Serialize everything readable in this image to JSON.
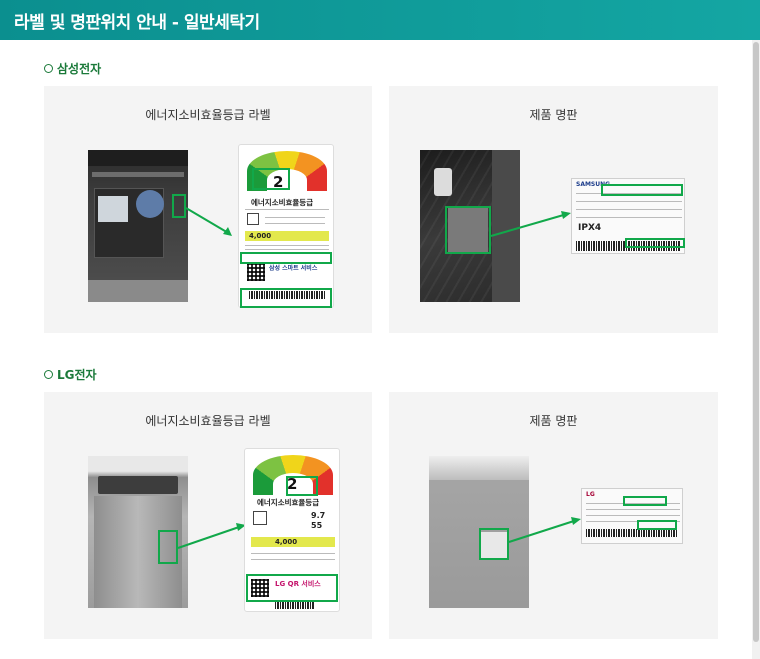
{
  "header": {
    "title": "라벨 및 명판위치 안내 - 일반세탁기"
  },
  "sections": [
    {
      "title": "삼성전자",
      "panels": [
        {
          "title": "에너지소비효율등급 라벨"
        },
        {
          "title": "제품 명판"
        }
      ],
      "energy_label": {
        "grade": "2",
        "heading": "에너지소비효율등급",
        "price": "4,000",
        "service": "삼성 스마트 서비스"
      },
      "nameplate": {
        "brand": "SAMSUNG",
        "ipx": "IPX4"
      }
    },
    {
      "title": "LG전자",
      "panels": [
        {
          "title": "에너지소비효율등급 라벨"
        },
        {
          "title": "제품 명판"
        }
      ],
      "energy_label": {
        "grade": "2",
        "heading": "에너지소비효율등급",
        "consumption": "9.7",
        "wash": "55",
        "price": "4,000",
        "service": "LG QR 서비스"
      },
      "nameplate": {
        "brand": "LG"
      }
    }
  ]
}
